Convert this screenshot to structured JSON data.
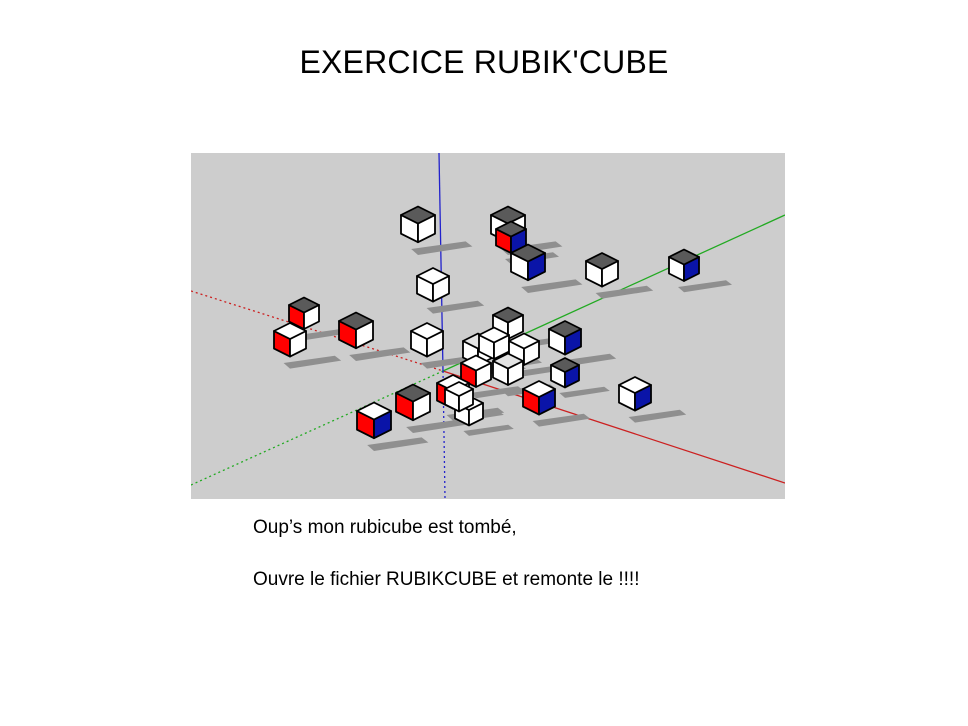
{
  "slide": {
    "title": "EXERCICE RUBIK'CUBE",
    "lines": [
      "Oup’s mon rubicube est tombé,",
      "Ouvre le fichier RUBIKCUBE et remonte le !!!!"
    ]
  },
  "viewport": {
    "background": "#cdcdcd",
    "axis_colors": {
      "red": "#cc2020",
      "green": "#22aa22",
      "blue": "#2222cc"
    },
    "face_colors": {
      "white": "#ffffff",
      "grey": "#5a5a5a",
      "red": "#ff0000",
      "blue": "#0a14a8"
    }
  }
}
